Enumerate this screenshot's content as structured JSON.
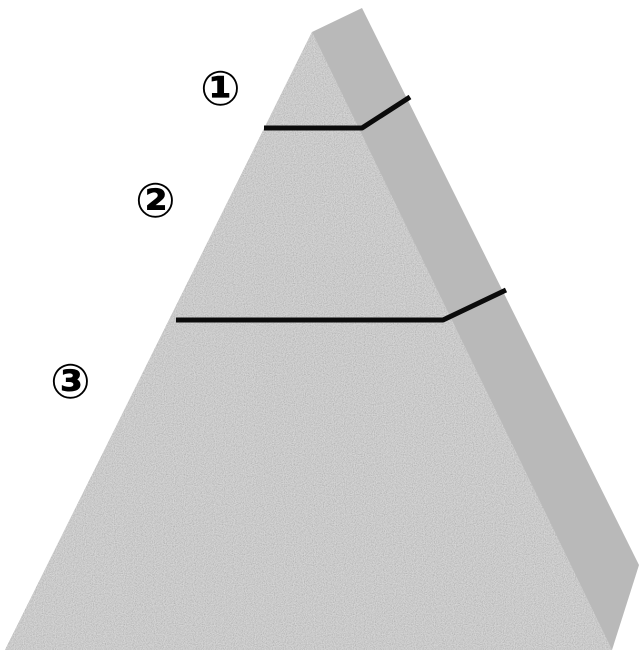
{
  "diagram": {
    "shape": "granite pyramid",
    "sections": [
      {
        "marker": "①"
      },
      {
        "marker": "②"
      },
      {
        "marker": "③"
      }
    ],
    "colors": {
      "front_face": "#a9a9a9",
      "side_face": "#b9b9b9",
      "divider": "#0b0b0b",
      "speckle_dark": "#4a4a4a",
      "speckle_light": "#e6e6e6"
    }
  }
}
